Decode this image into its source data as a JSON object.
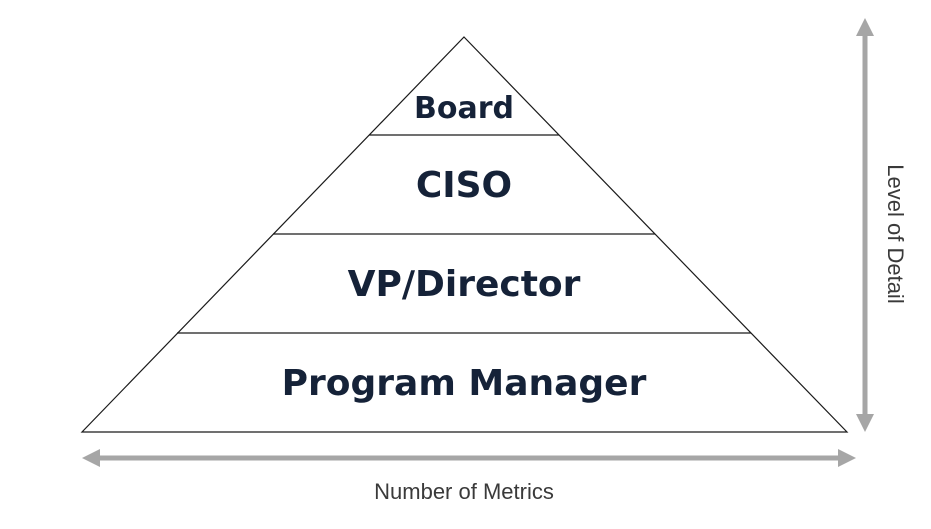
{
  "pyramid": {
    "tiers": [
      {
        "label": "Board"
      },
      {
        "label": "CISO"
      },
      {
        "label": "VP/Director"
      },
      {
        "label": "Program Manager"
      }
    ]
  },
  "axes": {
    "horizontal_label": "Number of Metrics",
    "vertical_label": "Level of Detail"
  },
  "colors": {
    "outline": "#1a1a1a",
    "label_text": "#152238",
    "arrow": "#a6a6a6"
  }
}
